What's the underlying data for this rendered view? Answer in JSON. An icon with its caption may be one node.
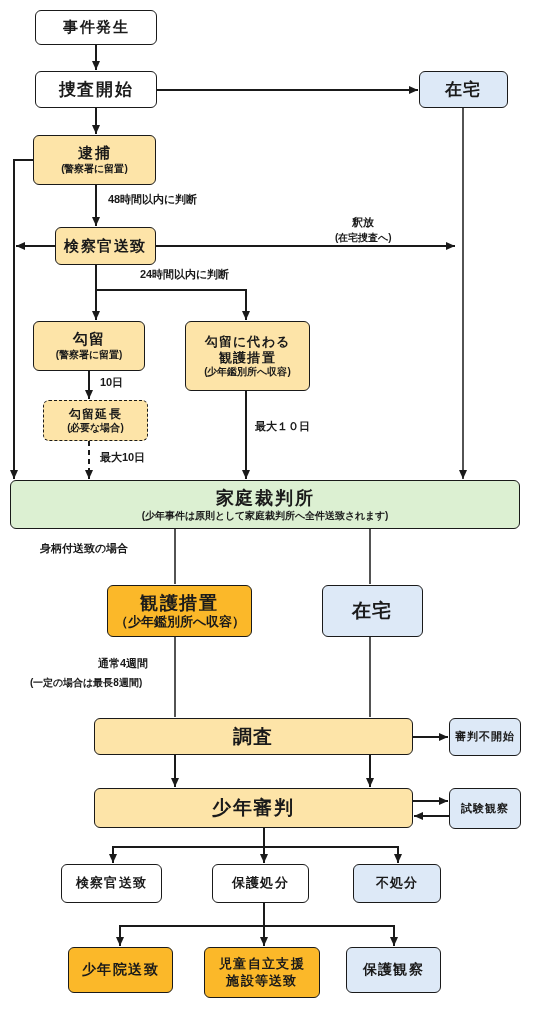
{
  "diagram": {
    "nodes": [
      {
        "text": [
          "事件発生"
        ]
      },
      {
        "text": [
          "捜査開始"
        ]
      },
      {
        "text": [
          "在宅"
        ]
      },
      {
        "text": [
          "逮捕",
          "(警察署に留置)"
        ]
      },
      {
        "text": [
          "検察官送致"
        ]
      },
      {
        "text": [
          "勾留",
          "(警察署に留置)"
        ]
      },
      {
        "text": [
          "勾留に代わる観護措置",
          "(少年鑑別所へ収容)"
        ]
      },
      {
        "text": [
          "勾留延長",
          "(必要な場合)"
        ]
      },
      {
        "text": [
          "家庭裁判所",
          "(少年事件は原則として家庭裁判所へ全件送致されます)"
        ]
      },
      {
        "text": [
          "観護措置",
          "（少年鑑別所へ収容）"
        ]
      },
      {
        "text": [
          "在宅"
        ]
      },
      {
        "text": [
          "調査"
        ]
      },
      {
        "text": [
          "審判不開始"
        ]
      },
      {
        "text": [
          "少年審判"
        ]
      },
      {
        "text": [
          "試験観察"
        ]
      },
      {
        "text": [
          "検察官送致"
        ]
      },
      {
        "text": [
          "保護処分"
        ]
      },
      {
        "text": [
          "不処分"
        ]
      },
      {
        "text": [
          "少年院送致"
        ]
      },
      {
        "text": [
          "児童自立支援施設等送致"
        ]
      },
      {
        "text": [
          "保護観察"
        ]
      }
    ],
    "edges": [
      {
        "from": 0,
        "to": 1,
        "arrow": "to"
      },
      {
        "from": 1,
        "to": 2,
        "arrow": "to"
      },
      {
        "from": 1,
        "to": 3,
        "arrow": "to"
      },
      {
        "from": 3,
        "to": 4,
        "arrow": "to",
        "label": "48時間以内に判断"
      },
      {
        "from": 3,
        "to": 8,
        "arrow": "to"
      },
      {
        "from": 4,
        "to": null,
        "arrow": "to"
      },
      {
        "from": 4,
        "to": null,
        "arrow": "to",
        "label": "釈放"
      },
      {
        "from": 2,
        "to": 8,
        "arrow": "to"
      },
      {
        "from": 4,
        "to": 5,
        "arrow": "to"
      },
      {
        "from": 4,
        "to": 6,
        "arrow": "to"
      },
      {
        "from": 5,
        "to": 7,
        "arrow": "to",
        "label": "10日"
      },
      {
        "from": 7,
        "to": 8,
        "arrow": "to",
        "label": "最大10日",
        "style": "dashed"
      },
      {
        "from": 6,
        "to": 8,
        "arrow": "to",
        "label": "最大１０日"
      },
      {
        "from": 8,
        "to": 9,
        "arrow": "none",
        "label": "身柄付送致の場合"
      },
      {
        "from": 8,
        "to": 10,
        "arrow": "none"
      },
      {
        "from": 9,
        "to": 11,
        "arrow": "none",
        "label": "通常4週間"
      },
      {
        "from": 10,
        "to": 11,
        "arrow": "none"
      },
      {
        "from": 11,
        "to": 12,
        "arrow": "to"
      },
      {
        "from": 11,
        "to": 13,
        "arrow": "to"
      },
      {
        "from": 11,
        "to": 13,
        "arrow": "to"
      },
      {
        "from": 13,
        "to": 14,
        "arrow": "to"
      },
      {
        "from": 14,
        "to": 13,
        "arrow": "to"
      },
      {
        "from": 13,
        "to": 15,
        "arrow": "to"
      },
      {
        "from": 13,
        "to": 16,
        "arrow": "to"
      },
      {
        "from": 13,
        "to": 17,
        "arrow": "to"
      },
      {
        "from": 16,
        "to": 18,
        "arrow": "to"
      },
      {
        "from": 16,
        "to": 19,
        "arrow": "to"
      },
      {
        "from": 16,
        "to": 20,
        "arrow": "to"
      }
    ],
    "labels": [
      "(在宅捜査へ)",
      "24時間以内に判断",
      "(一定の場合は最長8週間)"
    ]
  }
}
